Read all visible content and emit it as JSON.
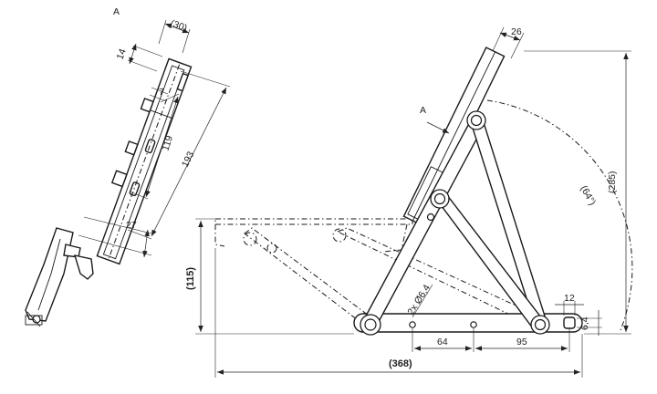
{
  "figure": {
    "view_label": "A",
    "arrow_label": "A",
    "side_view": {
      "d30": "(30)",
      "d14": "14",
      "d7": "7",
      "d119": "119",
      "d193": "193",
      "d27": "27"
    },
    "main_view": {
      "d26": "26",
      "d285": "(285)",
      "d64deg": "(64°)",
      "d115": "(115)",
      "hole": "2x Ø6,4",
      "d12": "12",
      "d64": "64",
      "d95": "95",
      "d6_4": "6,4",
      "d368": "(368)"
    }
  }
}
